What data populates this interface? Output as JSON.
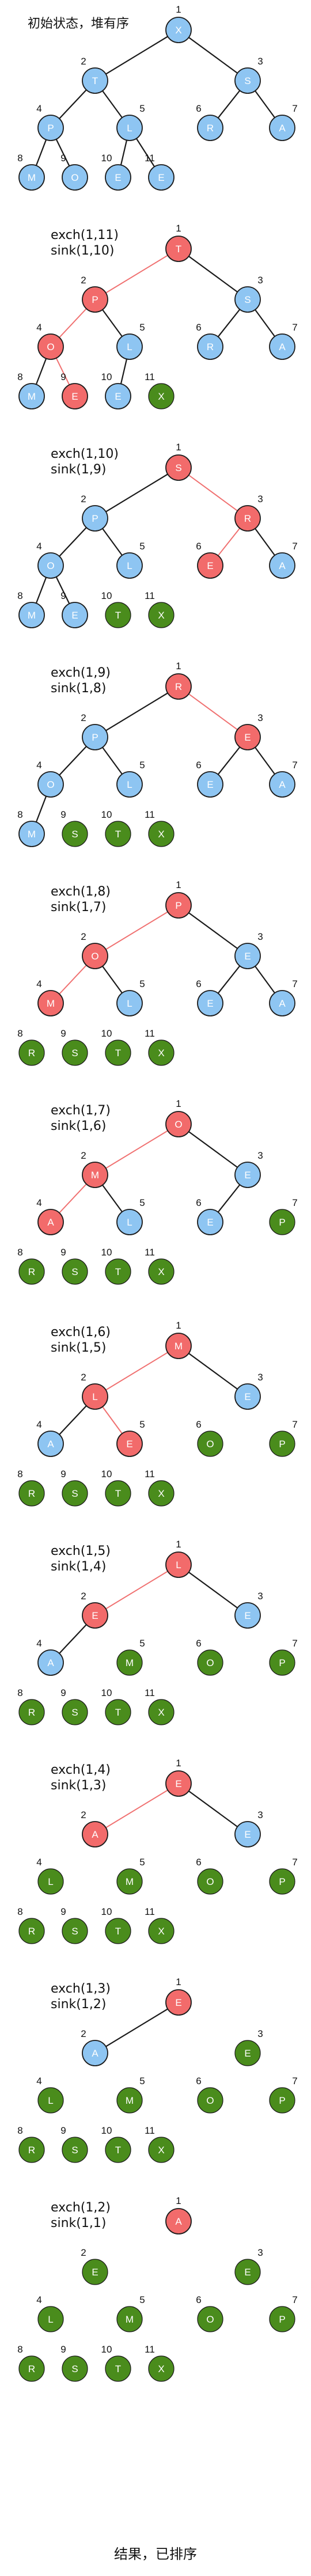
{
  "colors": {
    "heap_node": "#8ec5f2",
    "current_node": "#f26b6b",
    "sorted_node": "#4a8c1c",
    "edge": "#1a1a1a",
    "sink_edge": "#f07070"
  },
  "steps": [
    {
      "caption": [
        "初始状态，堆有序"
      ],
      "keys": [
        "X",
        "T",
        "S",
        "P",
        "L",
        "R",
        "A",
        "M",
        "O",
        "E",
        "E"
      ],
      "states": [
        "heap",
        "heap",
        "heap",
        "heap",
        "heap",
        "heap",
        "heap",
        "heap",
        "heap",
        "heap",
        "heap"
      ],
      "highlight_edges": []
    },
    {
      "caption": [
        "exch(1,11)",
        "sink(1,10)"
      ],
      "keys": [
        "T",
        "P",
        "S",
        "O",
        "L",
        "R",
        "A",
        "M",
        "E",
        "E",
        "X"
      ],
      "states": [
        "current",
        "current",
        "heap",
        "current",
        "heap",
        "heap",
        "heap",
        "heap",
        "current",
        "heap",
        "sorted"
      ],
      "highlight_edges": [
        [
          1,
          2
        ],
        [
          2,
          4
        ],
        [
          4,
          9
        ]
      ]
    },
    {
      "caption": [
        "exch(1,10)",
        "sink(1,9)"
      ],
      "keys": [
        "S",
        "P",
        "R",
        "O",
        "L",
        "E",
        "A",
        "M",
        "E",
        "T",
        "X"
      ],
      "states": [
        "current",
        "heap",
        "current",
        "heap",
        "heap",
        "current",
        "heap",
        "heap",
        "heap",
        "sorted",
        "sorted"
      ],
      "highlight_edges": [
        [
          1,
          3
        ],
        [
          3,
          6
        ]
      ]
    },
    {
      "caption": [
        "exch(1,9)",
        "sink(1,8)"
      ],
      "keys": [
        "R",
        "P",
        "E",
        "O",
        "L",
        "E",
        "A",
        "M",
        "S",
        "T",
        "X"
      ],
      "states": [
        "current",
        "heap",
        "current",
        "heap",
        "heap",
        "heap",
        "heap",
        "heap",
        "sorted",
        "sorted",
        "sorted"
      ],
      "highlight_edges": [
        [
          1,
          3
        ]
      ]
    },
    {
      "caption": [
        "exch(1,8)",
        "sink(1,7)"
      ],
      "keys": [
        "P",
        "O",
        "E",
        "M",
        "L",
        "E",
        "A",
        "R",
        "S",
        "T",
        "X"
      ],
      "states": [
        "current",
        "current",
        "heap",
        "current",
        "heap",
        "heap",
        "heap",
        "sorted",
        "sorted",
        "sorted",
        "sorted"
      ],
      "highlight_edges": [
        [
          1,
          2
        ],
        [
          2,
          4
        ]
      ]
    },
    {
      "caption": [
        "exch(1,7)",
        "sink(1,6)"
      ],
      "keys": [
        "O",
        "M",
        "E",
        "A",
        "L",
        "E",
        "P",
        "R",
        "S",
        "T",
        "X"
      ],
      "states": [
        "current",
        "current",
        "heap",
        "current",
        "heap",
        "heap",
        "sorted",
        "sorted",
        "sorted",
        "sorted",
        "sorted"
      ],
      "highlight_edges": [
        [
          1,
          2
        ],
        [
          2,
          4
        ]
      ]
    },
    {
      "caption": [
        "exch(1,6)",
        "sink(1,5)"
      ],
      "keys": [
        "M",
        "L",
        "E",
        "A",
        "E",
        "O",
        "P",
        "R",
        "S",
        "T",
        "X"
      ],
      "states": [
        "current",
        "current",
        "heap",
        "heap",
        "current",
        "sorted",
        "sorted",
        "sorted",
        "sorted",
        "sorted",
        "sorted"
      ],
      "highlight_edges": [
        [
          1,
          2
        ],
        [
          2,
          5
        ]
      ]
    },
    {
      "caption": [
        "exch(1,5)",
        "sink(1,4)"
      ],
      "keys": [
        "L",
        "E",
        "E",
        "A",
        "M",
        "O",
        "P",
        "R",
        "S",
        "T",
        "X"
      ],
      "states": [
        "current",
        "current",
        "heap",
        "heap",
        "sorted",
        "sorted",
        "sorted",
        "sorted",
        "sorted",
        "sorted",
        "sorted"
      ],
      "highlight_edges": [
        [
          1,
          2
        ]
      ]
    },
    {
      "caption": [
        "exch(1,4)",
        "sink(1,3)"
      ],
      "keys": [
        "E",
        "A",
        "E",
        "L",
        "M",
        "O",
        "P",
        "R",
        "S",
        "T",
        "X"
      ],
      "states": [
        "current",
        "current",
        "heap",
        "sorted",
        "sorted",
        "sorted",
        "sorted",
        "sorted",
        "sorted",
        "sorted",
        "sorted"
      ],
      "highlight_edges": [
        [
          1,
          2
        ]
      ]
    },
    {
      "caption": [
        "exch(1,3)",
        "sink(1,2)"
      ],
      "keys": [
        "E",
        "A",
        "E",
        "L",
        "M",
        "O",
        "P",
        "R",
        "S",
        "T",
        "X"
      ],
      "states": [
        "current",
        "heap",
        "sorted",
        "sorted",
        "sorted",
        "sorted",
        "sorted",
        "sorted",
        "sorted",
        "sorted",
        "sorted"
      ],
      "highlight_edges": []
    },
    {
      "caption": [
        "exch(1,2)",
        "sink(1,1)"
      ],
      "keys": [
        "A",
        "E",
        "E",
        "L",
        "M",
        "O",
        "P",
        "R",
        "S",
        "T",
        "X"
      ],
      "states": [
        "current",
        "sorted",
        "sorted",
        "sorted",
        "sorted",
        "sorted",
        "sorted",
        "sorted",
        "sorted",
        "sorted",
        "sorted"
      ],
      "highlight_edges": []
    }
  ],
  "footer": "结果，已排序"
}
